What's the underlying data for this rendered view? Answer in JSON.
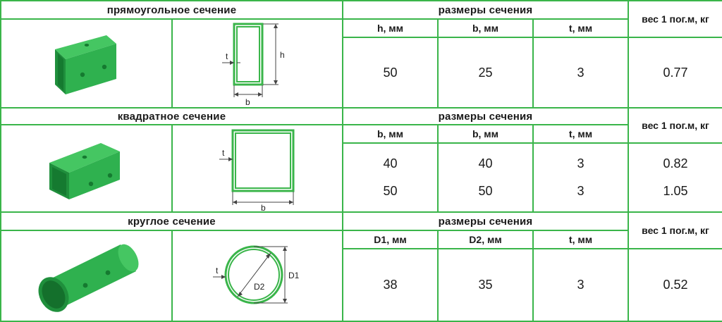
{
  "sections": [
    {
      "title": "прямоугольное сечение",
      "sizes_header": "размеры сечения",
      "weight_header": "вес 1 пог.м, кг",
      "columns": [
        "h, мм",
        "b, мм",
        "t, мм"
      ],
      "rows": [
        {
          "c1": "50",
          "c2": "25",
          "c3": "3",
          "weight": "0.77"
        }
      ],
      "drawing_labels": {
        "t": "t",
        "h": "h",
        "b": "b"
      },
      "image_icon": "green-rectangular-tube-icon"
    },
    {
      "title": "квадратное сечение",
      "sizes_header": "размеры сечения",
      "weight_header": "вес 1 пог.м, кг",
      "columns": [
        "b, мм",
        "b, мм",
        "t, мм"
      ],
      "rows": [
        {
          "c1": "40",
          "c2": "40",
          "c3": "3",
          "weight": "0.82"
        },
        {
          "c1": "50",
          "c2": "50",
          "c3": "3",
          "weight": "1.05"
        }
      ],
      "drawing_labels": {
        "t": "t",
        "b": "b"
      },
      "image_icon": "green-square-tube-icon"
    },
    {
      "title": "круглое сечение",
      "sizes_header": "размеры сечения",
      "weight_header": "вес 1 пог.м, кг",
      "columns": [
        "D1, мм",
        "D2, мм",
        "t, мм"
      ],
      "rows": [
        {
          "c1": "38",
          "c2": "35",
          "c3": "3",
          "weight": "0.52"
        }
      ],
      "drawing_labels": {
        "t": "t",
        "d1": "D1",
        "d2": "D2"
      },
      "image_icon": "green-round-tube-icon"
    }
  ],
  "colors": {
    "border": "#3ab54a",
    "tube": "#2fb14f",
    "tube_dark": "#1f8f3c",
    "tube_light": "#45c662"
  }
}
